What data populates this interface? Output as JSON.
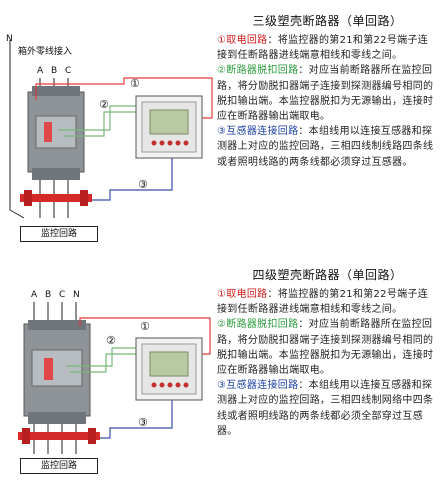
{
  "section1": {
    "title": "三级塑壳断路器（单回路）",
    "n_label": "N",
    "neutral_label": "箱外零线接入",
    "phase_labels": [
      "A",
      "B",
      "C"
    ],
    "markers": [
      "①",
      "②",
      "③"
    ],
    "monitor_label": "监控回路",
    "items": [
      {
        "num": "①",
        "name": "取电回路",
        "text": "：将监控器的第21和第22号端子连接到任断路器进线端意相线和零线之间。"
      },
      {
        "num": "②",
        "name": "断路器脱扣回路",
        "text": "：对应当前断路器所在监控回路，将分励脱扣器端子连接到探测器编号相同的脱扣输出端。本监控器脱扣为无源输出，连接时应在断路器输出端取电。"
      },
      {
        "num": "③",
        "name": "互感器连接回路",
        "text": "：本组线用以连接互感器和探测器上对应的监控回路，三相四线制线路四条线或者照明线路的两条线都必须穿过互感器。"
      }
    ]
  },
  "section2": {
    "title": "四级塑壳断路器（单回路）",
    "phase_labels": [
      "A",
      "B",
      "C",
      "N"
    ],
    "markers": [
      "①",
      "②",
      "③"
    ],
    "monitor_label": "监控回路",
    "items": [
      {
        "num": "①",
        "name": "取电回路",
        "text": "：将监控器的第21和第22号端子连接到任断路器进线端意相线和零线之间。"
      },
      {
        "num": "②",
        "name": "断路器脱扣回路",
        "text": "：对应当前断路器所在监控回路，将分励脱扣器端子连接到探测器编号相同的脱扣输出端。本监控器脱扣为无源输出，连接时应在断路器输出端取电。"
      },
      {
        "num": "③",
        "name": "互感器连接回路",
        "text": "：本组线用以连接互感器和探测器上对应的监控回路，三相四线制网络中四条线或者照明线路的两条线都必须全部穿过互感器。"
      }
    ]
  },
  "colors": {
    "red_wire": "#e03a3a",
    "green_wire": "#7ab87a",
    "blue_wire": "#3a4fa8",
    "clamp": "#d42a2a"
  }
}
